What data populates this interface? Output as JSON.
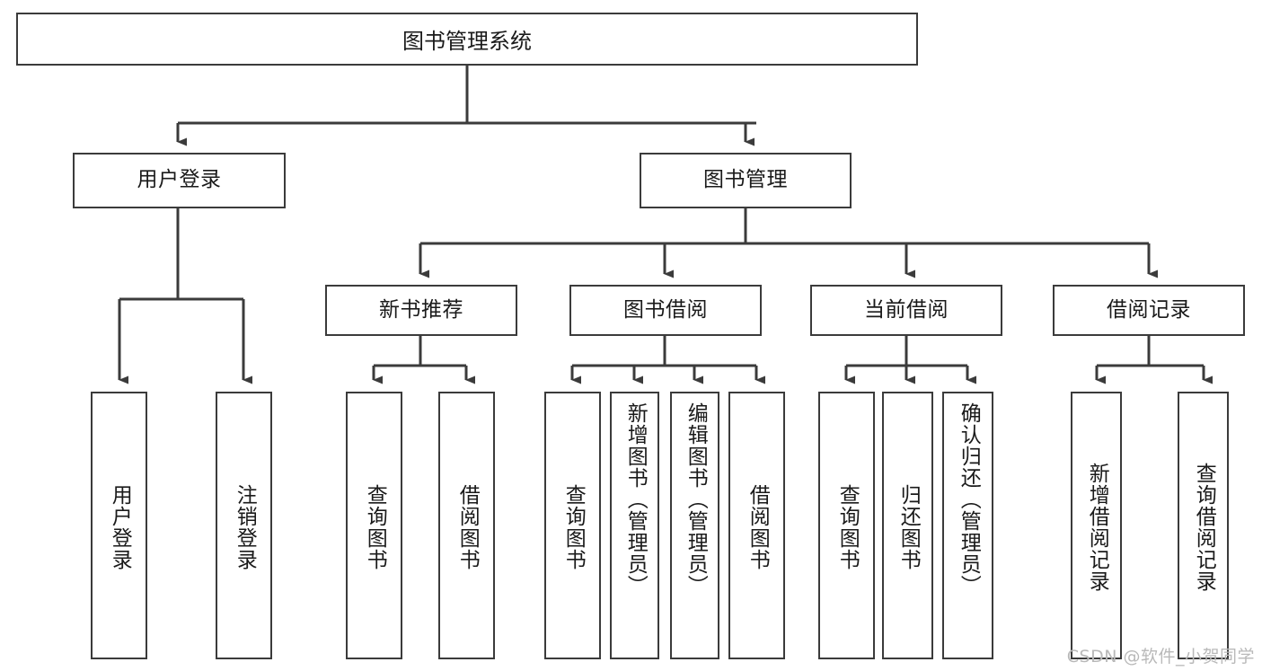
{
  "diagram": {
    "type": "tree-hierarchy-chart",
    "title": "图书管理系统",
    "watermark": "CSDN @软件_小贺同学",
    "colors": {
      "box_border": "#3b3b3b",
      "box_fill": "#ffffff",
      "connector": "#3b3b3b",
      "text": "#1a1a1a",
      "watermark": "#b9b9b9",
      "background": "#ffffff"
    },
    "root": {
      "label": "图书管理系统"
    },
    "level2": [
      {
        "label": "用户登录"
      },
      {
        "label": "图书管理"
      }
    ],
    "level3": [
      {
        "label": "新书推荐"
      },
      {
        "label": "图书借阅"
      },
      {
        "label": "当前借阅"
      },
      {
        "label": "借阅记录"
      }
    ],
    "leaves": {
      "user_login": [
        {
          "label": "用户登录"
        },
        {
          "label": "注销登录"
        }
      ],
      "new_book_recommend": [
        {
          "label": "查询图书"
        },
        {
          "label": "借阅图书"
        }
      ],
      "book_borrow": [
        {
          "label": "查询图书"
        },
        {
          "label": "新增图书（管理员）"
        },
        {
          "label": "编辑图书（管理员）"
        },
        {
          "label": "借阅图书"
        }
      ],
      "current_borrow": [
        {
          "label": "查询图书"
        },
        {
          "label": "归还图书"
        },
        {
          "label": "确认归还（管理员）"
        }
      ],
      "borrow_record": [
        {
          "label": "新增借阅记录"
        },
        {
          "label": "查询借阅记录"
        }
      ]
    }
  }
}
